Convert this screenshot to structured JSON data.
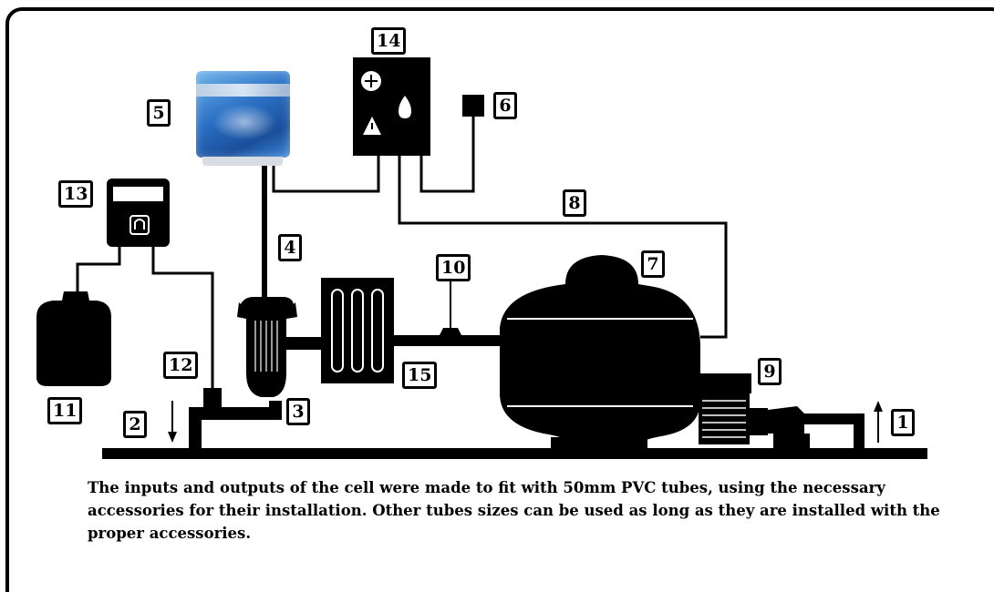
{
  "labels": {
    "n1": "1",
    "n2": "2",
    "n3": "3",
    "n4": "4",
    "n5": "5",
    "n6": "6",
    "n7": "7",
    "n8": "8",
    "n9": "9",
    "n10": "10",
    "n11": "11",
    "n12": "12",
    "n13": "13",
    "n14": "14",
    "n15": "15"
  },
  "caption": "The inputs and outputs of the cell were made to fit with 50mm PVC tubes, using the necessary accessories for their installation. Other tubes sizes can be used as long as they are installed with the proper accessories.",
  "colors": {
    "line": "#000000",
    "background": "#ffffff",
    "controller": "#2a6fc4"
  }
}
